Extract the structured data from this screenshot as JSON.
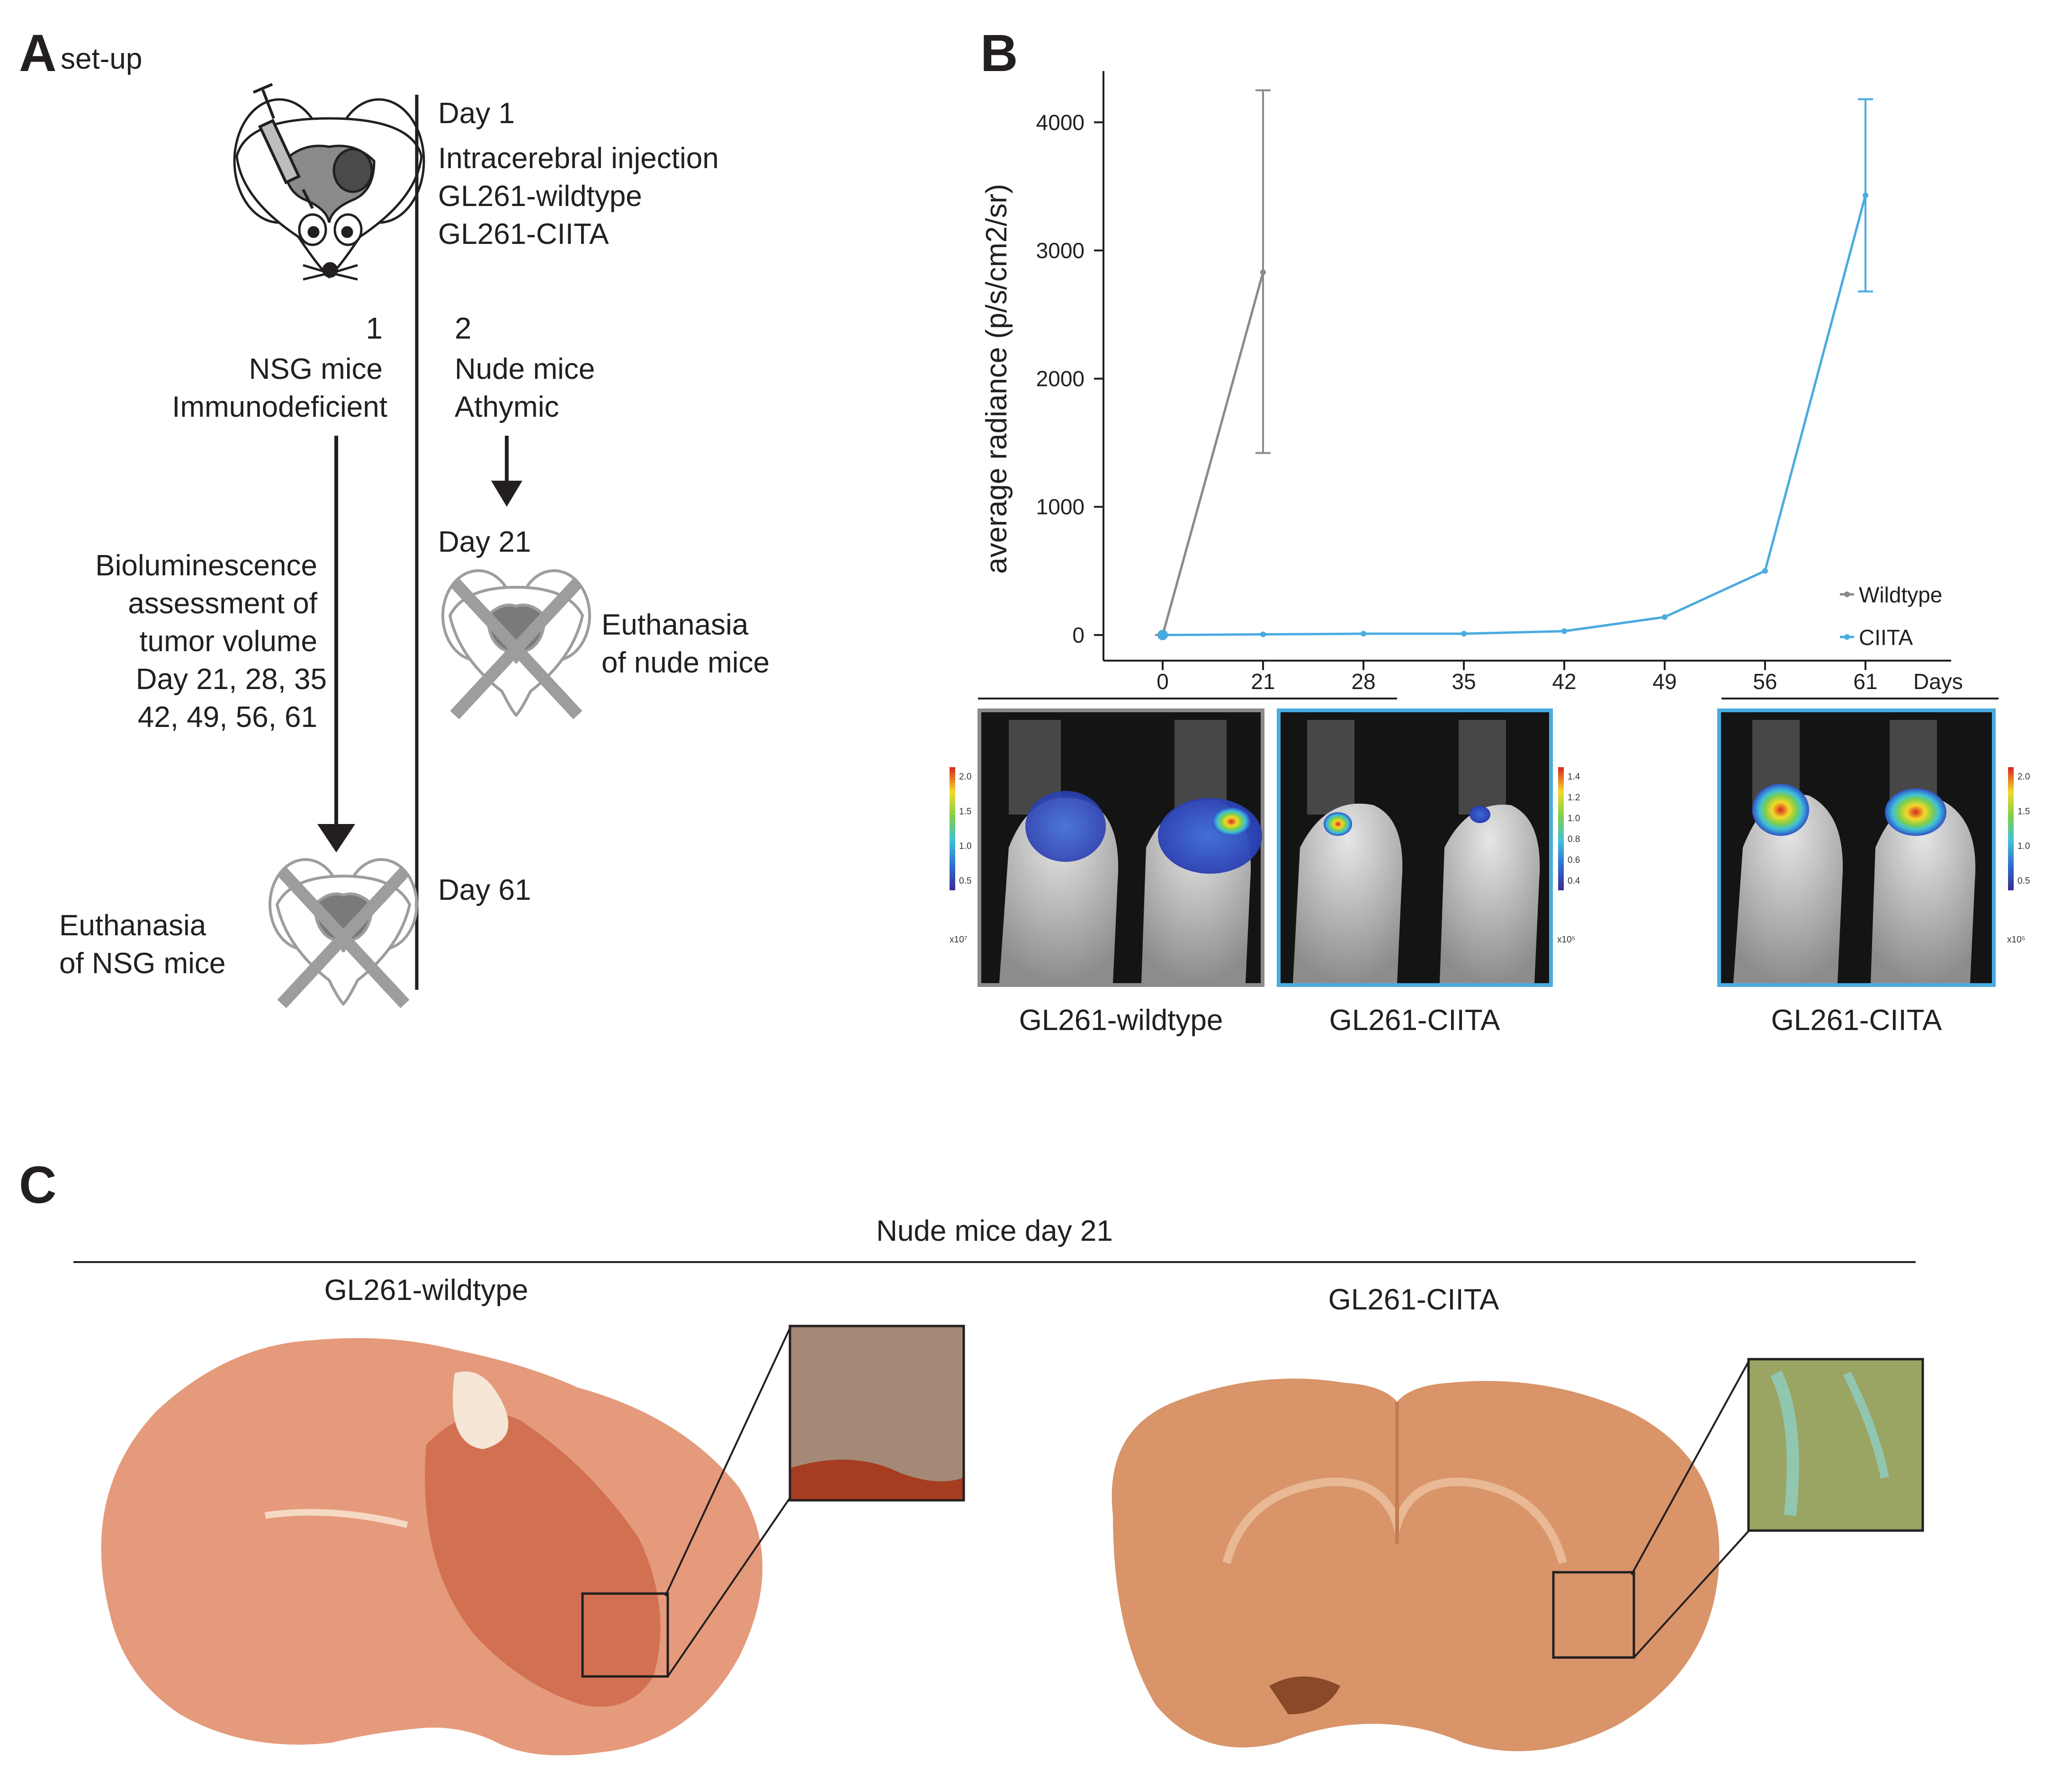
{
  "panel_a": {
    "letter": "A",
    "subtitle": "set-up",
    "day1": "Day 1",
    "injection": "Intracerebral injection",
    "line_wt": "GL261-wildtype",
    "line_ciita": "GL261-CIITA",
    "group1_number": "1",
    "group1_name": "NSG mice",
    "group1_desc": "Immunodeficient",
    "group2_number": "2",
    "group2_name": "Nude mice",
    "group2_desc": "Athymic",
    "bli_lines": [
      "Bioluminescence",
      "assessment of",
      "tumor volume",
      "Day 21, 28, 35",
      "42, 49, 56, 61"
    ],
    "day21": "Day 21",
    "euth_nude": [
      "Euthanasia",
      "of nude mice"
    ],
    "day61": "Day 61",
    "euth_nsg": [
      "Euthanasia",
      "of NSG mice"
    ]
  },
  "panel_b": {
    "letter": "B",
    "xaxis_unit": "Days",
    "caption_wt": "GL261-wildtype",
    "caption_ciita_1": "GL261-CIITA",
    "caption_ciita_2": "GL261-CIITA",
    "colorbars": [
      {
        "ticks": [
          "2.0",
          "1.5",
          "1.0",
          "0.5"
        ],
        "exponent": "x10⁷"
      },
      {
        "ticks": [
          "1.4",
          "1.2",
          "1.0",
          "0.8",
          "0.6",
          "0.4"
        ],
        "exponent": "x10⁵"
      },
      {
        "ticks": [
          "2.0",
          "1.5",
          "1.0",
          "0.5"
        ],
        "exponent": "x10⁵"
      }
    ]
  },
  "chart_data": {
    "type": "line",
    "title": "",
    "xlabel": "",
    "ylabel": "average radiance (p/s/cm2/sr)",
    "x": [
      0,
      21,
      28,
      35,
      42,
      49,
      56,
      61
    ],
    "x_tick_labels": [
      "0",
      "21",
      "28",
      "35",
      "42",
      "49",
      "56",
      "61"
    ],
    "y_tick_values": [
      0,
      1000,
      2000,
      3000,
      4000
    ],
    "y_tick_labels": [
      "0",
      "1000",
      "2000",
      "3000",
      "4000"
    ],
    "ylim": [
      -200,
      4400
    ],
    "grid": false,
    "legend_position": "bottom-right",
    "series": [
      {
        "name": "Wildtype",
        "color": "#8a8a8a",
        "x": [
          0,
          21
        ],
        "y": [
          0,
          2830
        ],
        "err_low": [
          0,
          1420
        ],
        "err_high": [
          0,
          4250
        ]
      },
      {
        "name": "CIITA",
        "color": "#4aabdf",
        "x": [
          0,
          21,
          28,
          35,
          42,
          49,
          56,
          61
        ],
        "y": [
          0,
          5,
          10,
          10,
          30,
          140,
          500,
          3430
        ],
        "err_low": [
          null,
          null,
          null,
          null,
          null,
          null,
          null,
          2680
        ],
        "err_high": [
          null,
          null,
          null,
          null,
          null,
          null,
          null,
          4180
        ]
      }
    ]
  },
  "panel_c": {
    "letter": "C",
    "header": "Nude mice day 21",
    "label_wt": "GL261-wildtype",
    "label_ciita": "GL261-CIITA"
  },
  "colors": {
    "wildtype": "#8a8a8a",
    "ciita": "#4aabdf",
    "tissue_wt": "#e59a7c",
    "tissue_ciita": "#d9946a"
  }
}
